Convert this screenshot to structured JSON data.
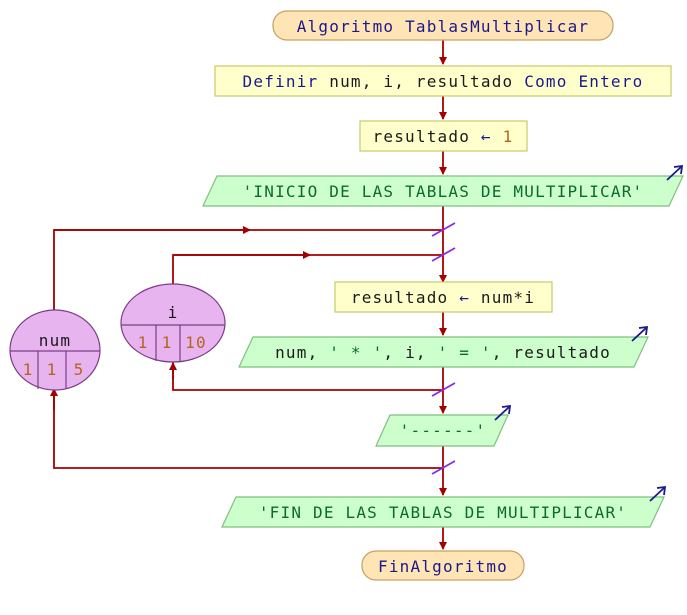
{
  "start": {
    "keyword": "Algoritmo",
    "name": "TablasMultiplicar"
  },
  "define": {
    "keyword": "Definir",
    "vars": "num, i, resultado",
    "como": "Como",
    "type": "Entero"
  },
  "assign1": {
    "var": "resultado",
    "arrow": "←",
    "value": "1"
  },
  "output1": {
    "text": "'INICIO DE LAS TABLAS DE MULTIPLICAR'"
  },
  "loop_outer": {
    "var": "num",
    "start": "1",
    "step": "1",
    "end": "5"
  },
  "loop_inner": {
    "var": "i",
    "start": "1",
    "step": "1",
    "end": "10"
  },
  "assign2": {
    "var": "resultado",
    "arrow": "←",
    "expr": "num*i"
  },
  "output2": {
    "p1": "num",
    "p2": ", ",
    "p3": "' * '",
    "p4": ", i, ",
    "p5": "' = '",
    "p6": ", resultado"
  },
  "output3": {
    "text": "'------'"
  },
  "output4": {
    "text": "'FIN DE LAS TABLAS DE MULTIPLICAR'"
  },
  "end": {
    "text": "FinAlgoritmo"
  },
  "colors": {
    "line": "#a50000",
    "process_fill": "#ffffcc",
    "process_stroke": "#c8c86e",
    "io_fill": "#ccffcc",
    "io_stroke": "#7fbf7f",
    "terminal_fill": "#ffe4b5",
    "loop_fill": "#e8b4f0",
    "loop_stroke": "#7a3d86"
  }
}
